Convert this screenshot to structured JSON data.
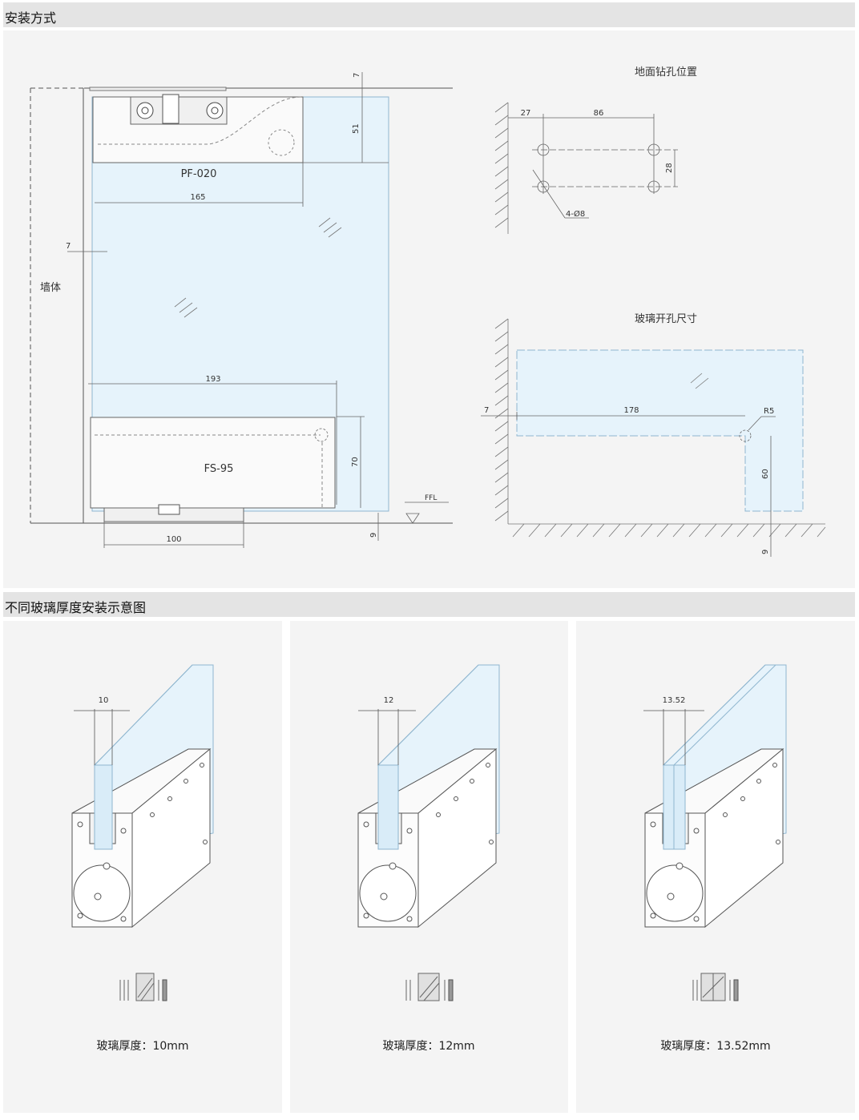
{
  "section1": {
    "title": "安装方式"
  },
  "section2": {
    "title": "不同玻璃厚度安装示意图"
  },
  "main": {
    "dims": {
      "top_gap": "7",
      "hinge_height": "51",
      "hinge_width": "165",
      "wall_gap": "7",
      "box_width": "193",
      "box_height": "70",
      "base_width": "100",
      "bottom_gap": "9"
    },
    "labels": {
      "top_fitting": "PF-020",
      "floor_box": "FS-95",
      "wall": "墙体",
      "floor_level": "FFL"
    }
  },
  "drill": {
    "title": "地面钻孔位置",
    "dim_a": "27",
    "dim_b": "86",
    "dim_c": "28",
    "holes": "4-Ø8"
  },
  "cutout": {
    "title": "玻璃开孔尺寸",
    "dim_gap": "7",
    "dim_width": "178",
    "radius": "R5",
    "dim_height": "60",
    "dim_bottom": "9"
  },
  "thickness": [
    {
      "dim": "10",
      "caption": "玻璃厚度：10mm"
    },
    {
      "dim": "12",
      "caption": "玻璃厚度：12mm"
    },
    {
      "dim": "13.52",
      "caption": "玻璃厚度：13.52mm"
    }
  ],
  "colors": {
    "glass": "#e6f3fb",
    "glass_edge": "#8fb6cf",
    "line": "#555555"
  }
}
